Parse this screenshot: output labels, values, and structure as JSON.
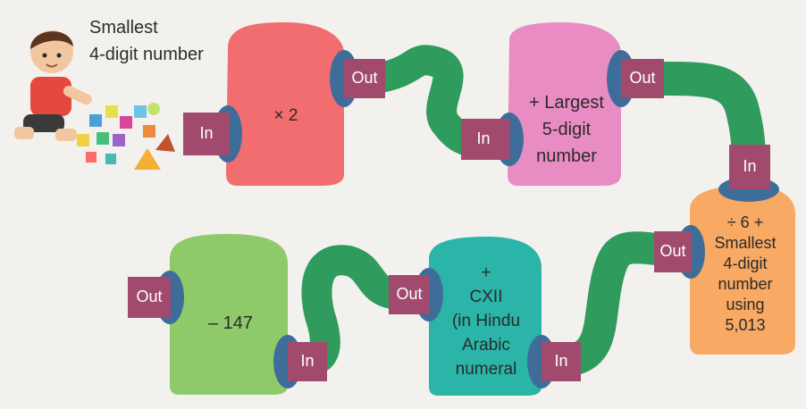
{
  "start": {
    "line1": "Smallest",
    "line2": "4-digit number"
  },
  "ports": {
    "in_label": "In",
    "out_label": "Out"
  },
  "machines": [
    {
      "lines": [
        "× 2"
      ]
    },
    {
      "lines": [
        "+ Largest",
        "5-digit",
        "number"
      ]
    },
    {
      "lines": [
        "÷ 6 +",
        "Smallest",
        "4-digit",
        "number",
        "using",
        "5,013"
      ]
    },
    {
      "lines": [
        "+",
        "CXII",
        "(in Hindu",
        "Arabic",
        "numeral"
      ]
    },
    {
      "lines": [
        "– 147"
      ]
    }
  ],
  "colors": {
    "machine1": "#f26d6f",
    "machine2": "#e98cc4",
    "machine3": "#f8a964",
    "machine4": "#2bb4a8",
    "machine5": "#8fca6a",
    "pipe": "#2f9b5c",
    "port": "#a14a6e",
    "port_ring": "#3f6d9a",
    "background": "#f3f1ee"
  },
  "icons": [
    "child-playing-blocks-icon"
  ]
}
